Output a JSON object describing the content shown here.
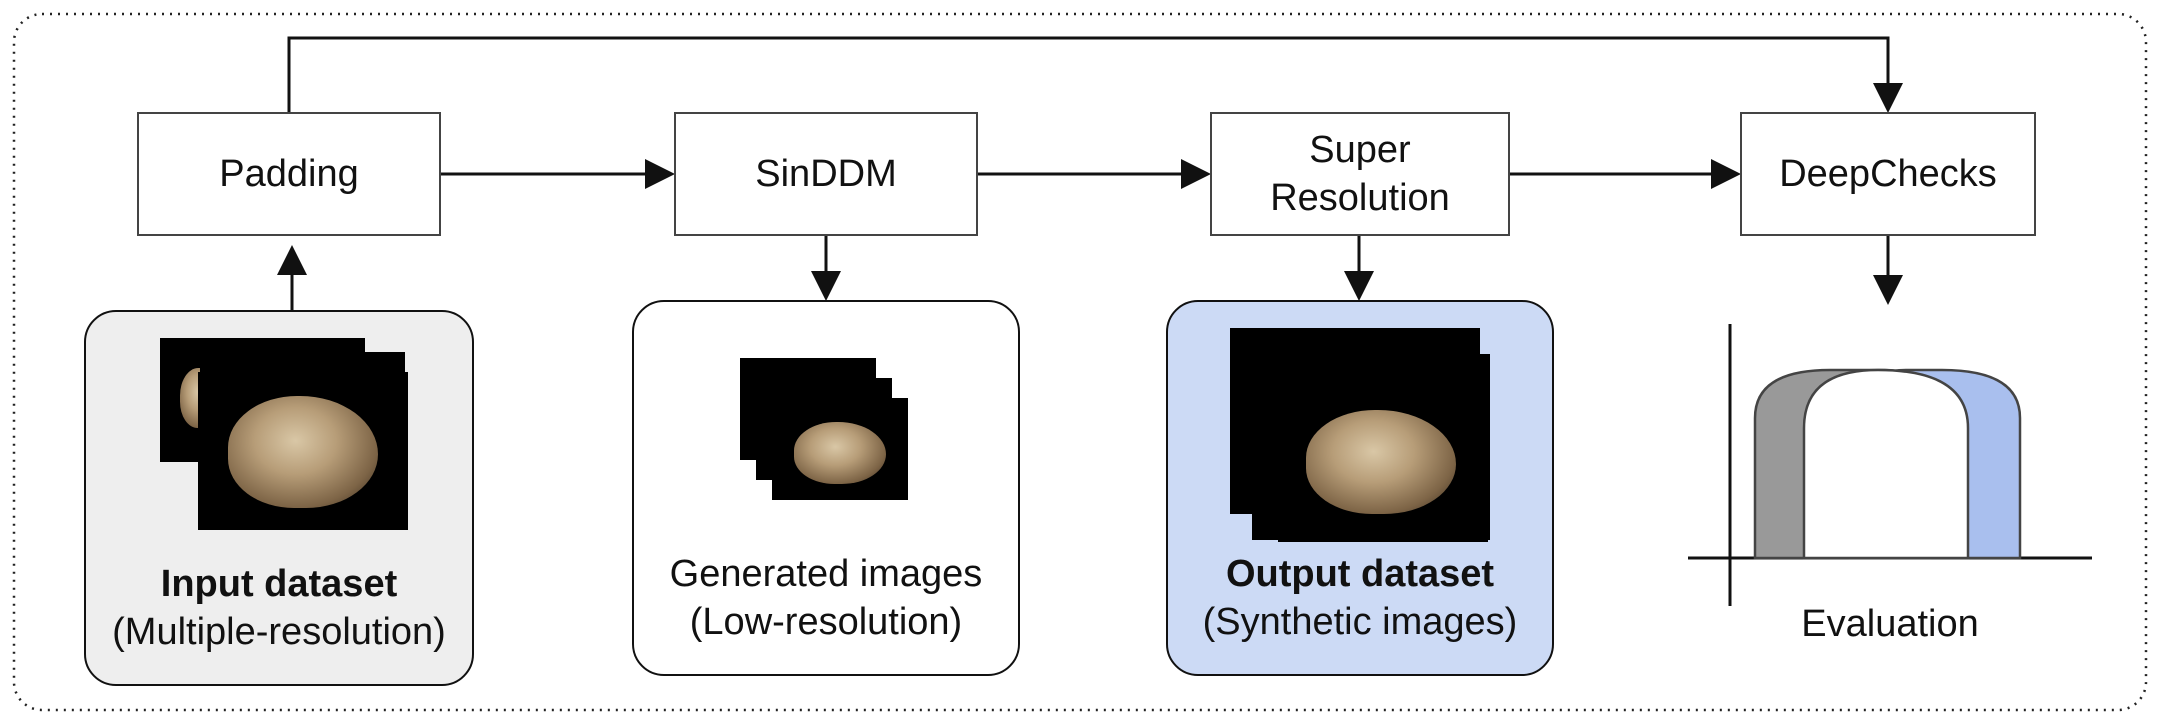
{
  "steps": {
    "padding": "Padding",
    "sinddm": "SinDDM",
    "super_resolution": "Super\nResolution",
    "deepchecks": "DeepChecks"
  },
  "panels": {
    "input": {
      "title": "Input dataset",
      "subtitle": "(Multiple-resolution)"
    },
    "generated": {
      "title": "Generated images",
      "subtitle": "(Low-resolution)"
    },
    "output": {
      "title": "Output dataset",
      "subtitle": "(Synthetic images)"
    },
    "evaluation": {
      "label": "Evaluation"
    }
  },
  "colors": {
    "input_panel_bg": "#eeeeee",
    "output_panel_bg": "#ccdaf5",
    "eval_gray": "#999999",
    "eval_blue": "#a9bfee"
  }
}
